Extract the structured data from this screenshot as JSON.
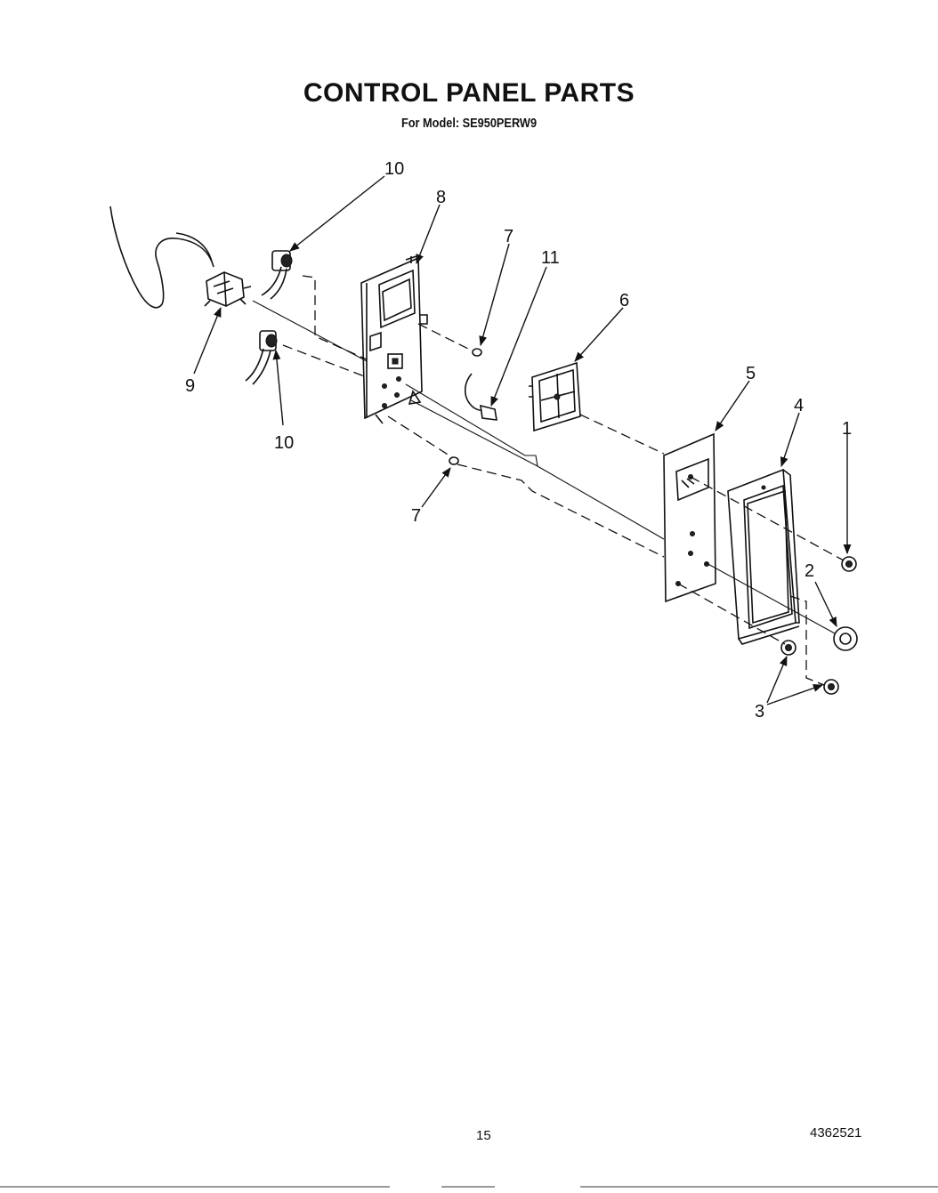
{
  "header": {
    "title": "CONTROL PANEL PARTS",
    "subtitle": "For Model: SE950PERW9"
  },
  "callouts": {
    "c1": "1",
    "c2": "2",
    "c3": "3",
    "c4": "4",
    "c5": "5",
    "c6": "6",
    "c7_top": "7",
    "c7_bottom": "7",
    "c8": "8",
    "c9": "9",
    "c10_top": "10",
    "c10_bottom": "10",
    "c11": "11"
  },
  "footer": {
    "page_number": "15",
    "document_number": "4362521"
  }
}
